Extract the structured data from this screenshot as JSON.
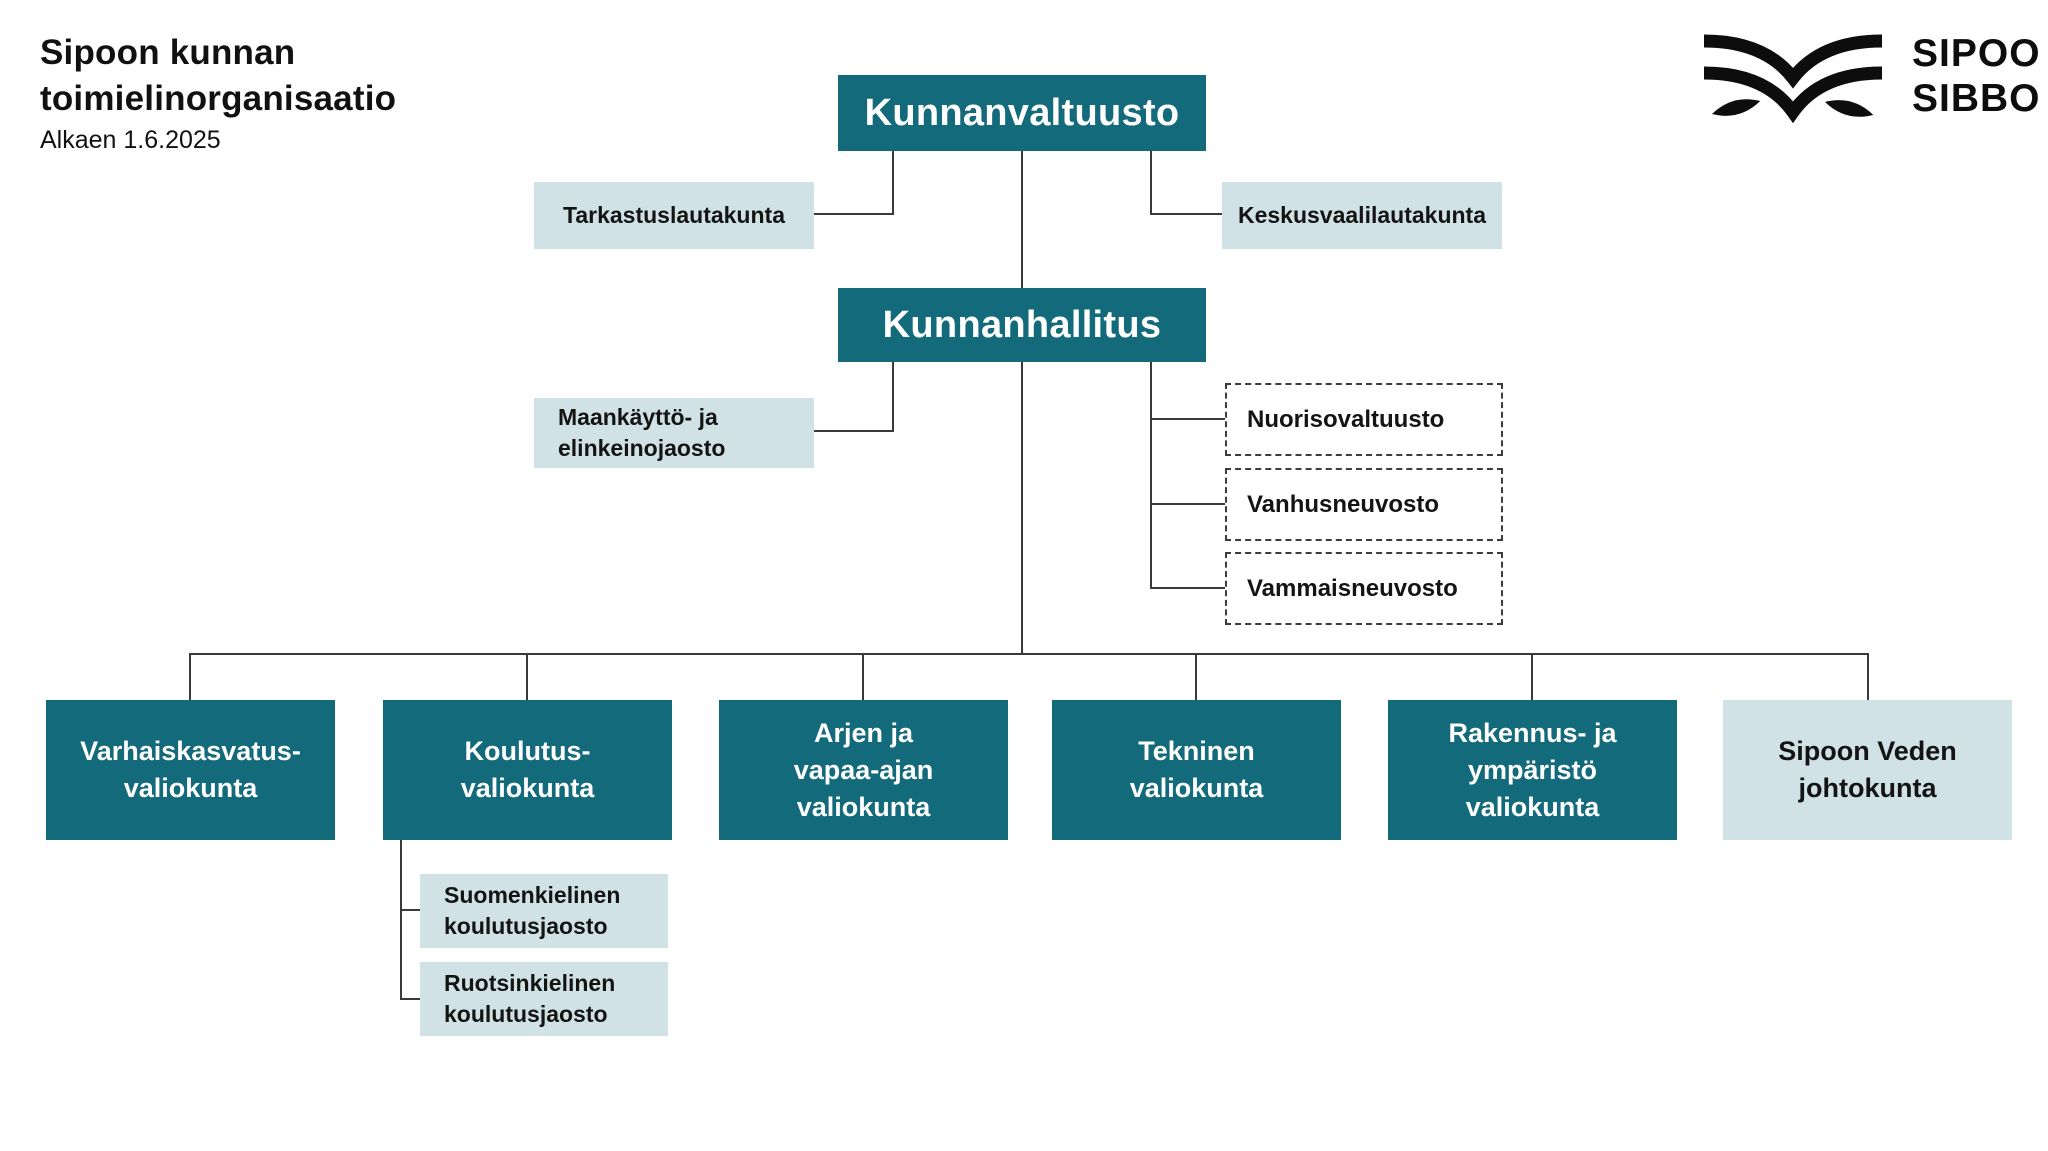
{
  "page": {
    "title": "Sipoon kunnan\ntoimielinorganisaatio",
    "subtitle": "Alkaen 1.6.2025"
  },
  "logo": {
    "mark": "sipoo-bird-and-leaves-logo",
    "name_fi": "SIPOO",
    "name_sv": "SIBBO"
  },
  "colors": {
    "teal": "#136a7b",
    "light_blue": "#d0e2e5",
    "line": "#3a3a3a",
    "text_on_teal": "#ffffff",
    "text_dark": "#141414"
  },
  "org": {
    "council": {
      "label": "Kunnanvaltuusto"
    },
    "board": {
      "label": "Kunnanhallitus"
    },
    "council_committees": [
      {
        "label": "Tarkastuslautakunta"
      },
      {
        "label": "Keskusvaalilautakunta"
      }
    ],
    "board_section": {
      "label": "Maankäyttö- ja\nelinkeinojaosto"
    },
    "advisory_councils": [
      {
        "label": "Nuorisovaltuusto"
      },
      {
        "label": "Vanhusneuvosto"
      },
      {
        "label": "Vammaisneuvosto"
      }
    ],
    "committees": [
      {
        "label": "Varhaiskasvatus-\nvaliokunta"
      },
      {
        "label": "Koulutus-\nvaliokunta"
      },
      {
        "label": "Arjen ja\nvapaa-ajan\nvaliokunta"
      },
      {
        "label": "Tekninen\nvaliokunta"
      },
      {
        "label": "Rakennus- ja\nympäristö\nvaliokunta"
      },
      {
        "label": "Sipoon Veden\njohtokunta"
      }
    ],
    "education_sections": [
      {
        "label": "Suomenkielinen\nkoulutusjaosto"
      },
      {
        "label": "Ruotsinkielinen\nkoulutusjaosto"
      }
    ]
  }
}
